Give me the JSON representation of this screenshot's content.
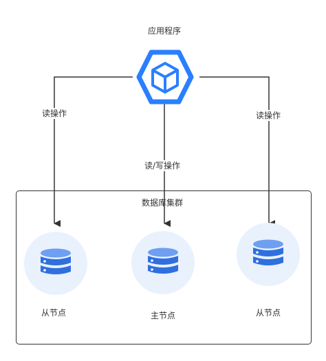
{
  "app": {
    "title": "应用程序"
  },
  "edges": {
    "left": "读操作",
    "center": "读/写操作",
    "right": "读操作"
  },
  "cluster": {
    "title": "数据库集群"
  },
  "nodes": {
    "left": "从节点",
    "center": "主节点",
    "right": "从节点"
  },
  "colors": {
    "icon_blue": "#2a7fff",
    "db_blue": "#2f6fdf",
    "circle_bg": "#e9f1fd",
    "line": "#333333"
  }
}
